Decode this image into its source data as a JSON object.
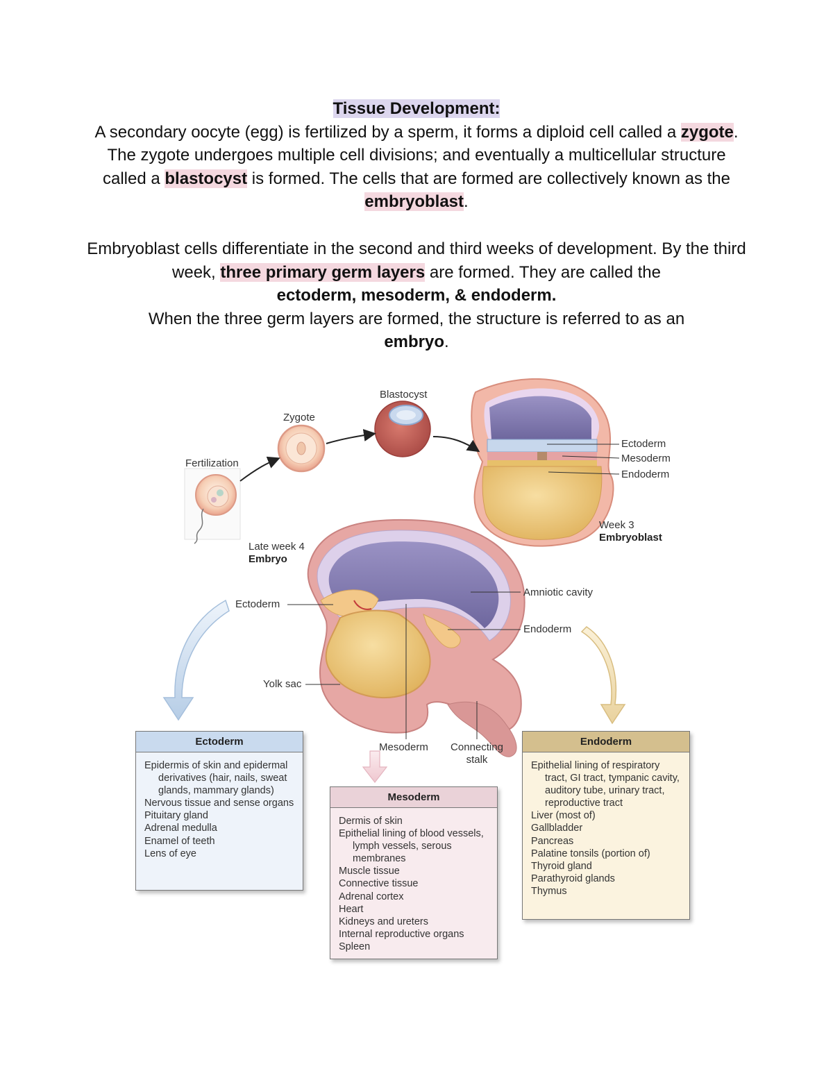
{
  "heading": "Tissue Development:",
  "intro": {
    "t1": "A secondary oocyte (egg) is fertilized by a sperm, it forms a diploid cell called a ",
    "zygote": "zygote",
    "t2": ". The zygote undergoes multiple cell divisions; and eventually a multicellular structure called a ",
    "blastocyst": "blastocyst",
    "t3": " is formed. The cells that are formed are collectively known as the ",
    "embryoblast": "embryoblast",
    "t4": "."
  },
  "para2": {
    "t1": "Embryoblast cells differentiate in the second and third weeks of development. By the third week, ",
    "germ_layers": "three primary germ layers",
    "t2": " are formed. They are called the",
    "layers_bold": "ectoderm, mesoderm, & endoderm.",
    "t3": "When the three germ layers are formed, the structure is referred to as an",
    "embryo": "embryo",
    "t4": "."
  },
  "figure": {
    "labels": {
      "fertilization": "Fertilization",
      "zygote": "Zygote",
      "blastocyst": "Blastocyst",
      "ectoderm_top": "Ectoderm",
      "mesoderm_top": "Mesoderm",
      "endoderm_top": "Endoderm",
      "week3": "Week 3",
      "embryoblast": "Embryoblast",
      "late_week4": "Late week 4",
      "embryo": "Embryo",
      "amniotic_cavity": "Amniotic cavity",
      "ectoderm_mid": "Ectoderm",
      "endoderm_mid": "Endoderm",
      "yolk_sac": "Yolk sac",
      "mesoderm_bottom": "Mesoderm",
      "connecting_stalk": "Connecting stalk"
    },
    "boxes": {
      "ectoderm": {
        "title": "Ectoderm",
        "items": [
          "Epidermis of skin and epidermal derivatives (hair, nails, sweat glands, mammary glands)",
          "Nervous tissue and sense organs",
          "Pituitary gland",
          "Adrenal medulla",
          "Enamel of teeth",
          "Lens of eye"
        ]
      },
      "mesoderm": {
        "title": "Mesoderm",
        "items": [
          "Dermis of skin",
          "Epithelial lining of blood vessels, lymph vessels, serous membranes",
          "Muscle tissue",
          "Connective tissue",
          "Adrenal cortex",
          "Heart",
          "Kidneys and ureters",
          "Internal reproductive organs",
          "Spleen"
        ]
      },
      "endoderm": {
        "title": "Endoderm",
        "items": [
          "Epithelial lining of respiratory tract, GI tract, tympanic cavity, auditory tube, urinary tract, reproductive tract",
          "Liver (most of)",
          "Gallbladder",
          "Pancreas",
          "Palatine tonsils (portion of)",
          "Thyroid gland",
          "Parathyroid glands",
          "Thymus"
        ]
      }
    },
    "colors": {
      "ectoderm_box_head": "#c9daee",
      "ectoderm_box_body": "#eef3fa",
      "mesoderm_box_head": "#ead2d8",
      "mesoderm_box_body": "#f8ebee",
      "endoderm_box_head": "#d4bf8e",
      "endoderm_box_body": "#fbf3df"
    }
  }
}
